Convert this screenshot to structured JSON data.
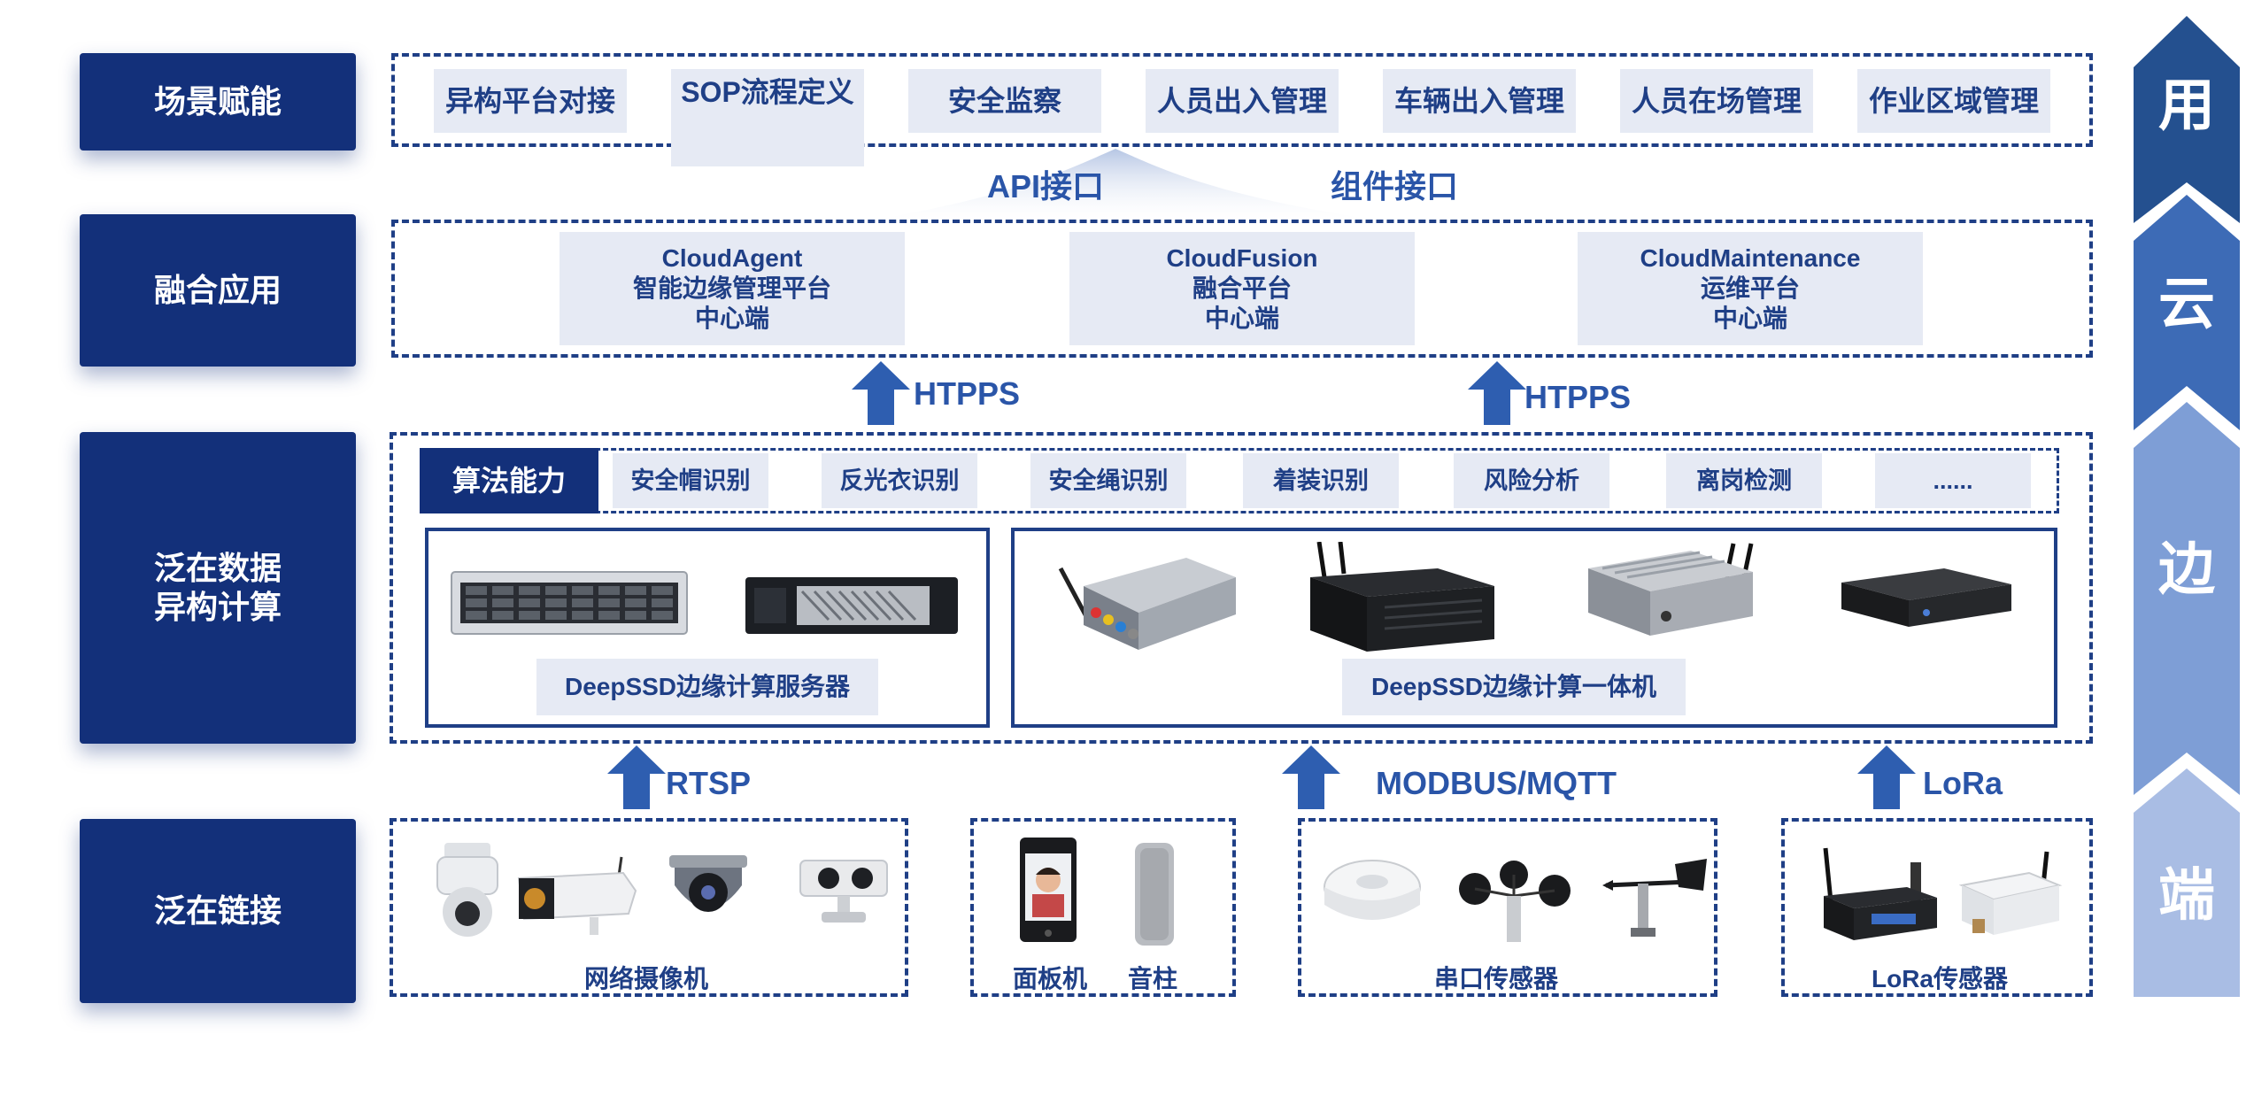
{
  "layers": {
    "scene": "场景赋能",
    "fusion": "融合应用",
    "compute": "泛在数据\n异构计算",
    "link": "泛在链接"
  },
  "scenes": [
    "异构平台对接",
    "SOP流程定义",
    "安全监察",
    "人员出入管理",
    "车辆出入管理",
    "人员在场管理",
    "作业区域管理"
  ],
  "interfaces": {
    "api": "API接口",
    "component": "组件接口"
  },
  "apps": [
    {
      "name": "CloudAgent",
      "line2": "智能边缘管理平台",
      "line3": "中心端"
    },
    {
      "name": "CloudFusion",
      "line2": "融合平台",
      "line3": "中心端"
    },
    {
      "name": "CloudMaintenance",
      "line2": "运维平台",
      "line3": "中心端"
    }
  ],
  "protocols": {
    "https_left": "HTPPS",
    "https_right": "HTPPS",
    "rtsp": "RTSP",
    "modbus": "MODBUS/MQTT",
    "lora": "LoRa"
  },
  "algorithms": {
    "header": "算法能力",
    "items": [
      "安全帽识别",
      "反光衣识别",
      "安全绳识别",
      "着装识别",
      "风险分析",
      "离岗检测",
      "......"
    ]
  },
  "devices": {
    "server": "DeepSSD边缘计算服务器",
    "allinone": "DeepSSD边缘计算一体机"
  },
  "endpoints": {
    "camera": "网络摄像机",
    "panel": "面板机",
    "speaker": "音柱",
    "serial": "串口传感器",
    "lora": "LoRa传感器"
  },
  "band": [
    "用",
    "云",
    "边",
    "端"
  ],
  "colors": {
    "navy": "#13307a",
    "accent": "#2a55a8",
    "pill": "#e6eaf4",
    "band_dark": "#2d5aa3",
    "band_mid": "#5a82c6",
    "band_light": "#8faad8"
  }
}
